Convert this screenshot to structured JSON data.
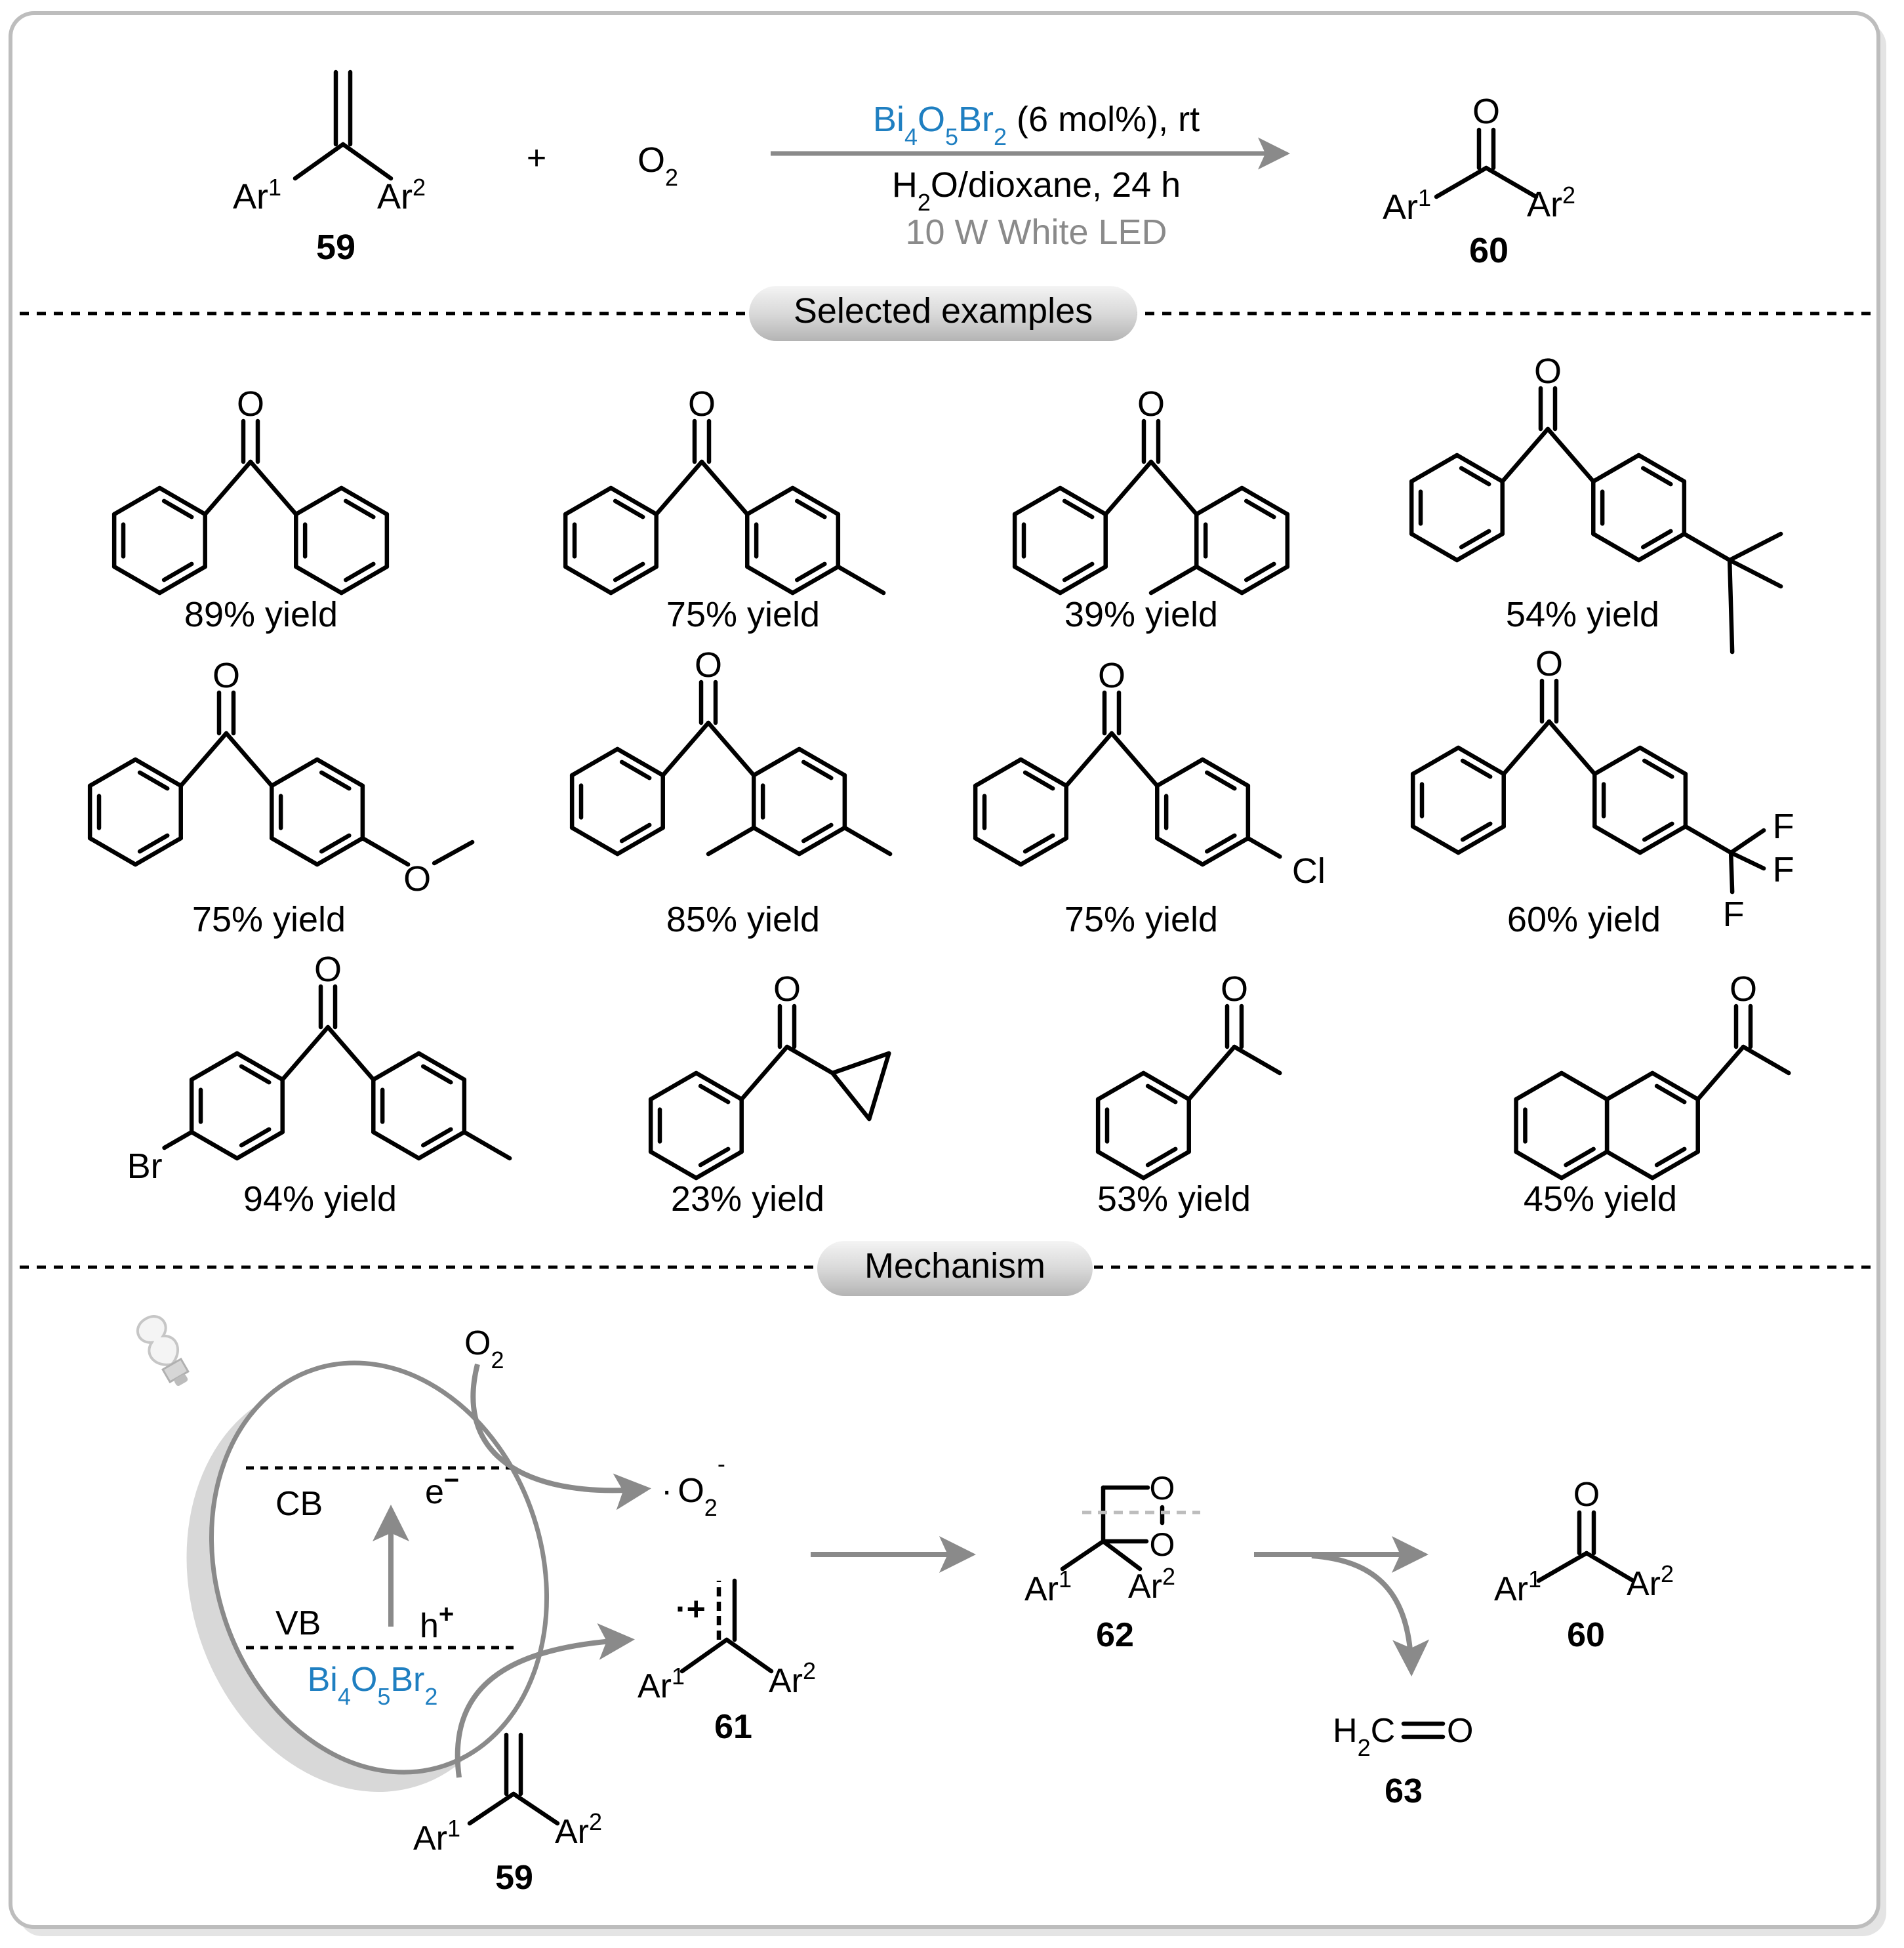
{
  "reaction": {
    "reactant_ar1": "Ar",
    "reactant_ar1_sup": "1",
    "reactant_ar2": "Ar",
    "reactant_ar2_sup": "2",
    "reactant_number": "59",
    "plus": "+",
    "oxidant": "O",
    "oxidant_sub": "2",
    "catalyst": {
      "prefix": "Bi",
      "sub1": "4",
      "o": "O",
      "sub2": "5",
      "br": "Br",
      "sub3": "2"
    },
    "catalyst_conditions": " (6 mol%), rt",
    "solvent": {
      "h": "H",
      "sub": "2",
      "rest": "O/dioxane, 24 h"
    },
    "light": "10 W White LED",
    "product_o": "O",
    "product_ar1": "Ar",
    "product_ar1_sup": "1",
    "product_ar2": "Ar",
    "product_ar2_sup": "2",
    "product_number": "60"
  },
  "sections": {
    "examples_label": "Selected examples",
    "mechanism_label": "Mechanism"
  },
  "examples": [
    {
      "yield": "89% yield"
    },
    {
      "yield": "75% yield"
    },
    {
      "yield": "39% yield"
    },
    {
      "yield": "54% yield"
    },
    {
      "yield": "75% yield",
      "atoms": [
        "O"
      ]
    },
    {
      "yield": "85% yield"
    },
    {
      "yield": "75% yield",
      "atoms": [
        "Cl"
      ]
    },
    {
      "yield": "60% yield",
      "atoms": [
        "F",
        "F",
        "F"
      ]
    },
    {
      "yield": "94% yield",
      "atoms": [
        "Br"
      ]
    },
    {
      "yield": "23% yield"
    },
    {
      "yield": "53% yield"
    },
    {
      "yield": "45% yield"
    }
  ],
  "carbonyl_o": "O",
  "mechanism": {
    "cb": "CB",
    "vb": "VB",
    "electron": "e",
    "electron_charge": "−",
    "hole": "h",
    "hole_charge": "+",
    "catalyst": {
      "prefix": "Bi",
      "sub1": "4",
      "o": "O",
      "sub2": "5",
      "br": "Br",
      "sub3": "2"
    },
    "o2": "O",
    "o2_sub": "2",
    "superoxide_dot": "·",
    "superoxide": "O",
    "superoxide_sub": "2",
    "superoxide_charge": "-",
    "radical_cation": "·+",
    "substrate_number": "59",
    "radical_number": "61",
    "dioxetane_number": "62",
    "product_number": "60",
    "byproduct_h": "H",
    "byproduct_sub": "2",
    "byproduct_rest": "C",
    "byproduct_o": "O",
    "byproduct_number": "63",
    "ar": "Ar",
    "sup1": "1",
    "sup2": "2",
    "ring_o1": "O",
    "ring_o2": "O"
  },
  "colors": {
    "catalyst": "#1f7fc1",
    "light": "#8a8a8a",
    "arrow": "#8a8a8a",
    "frame": "#bdbdbd"
  }
}
